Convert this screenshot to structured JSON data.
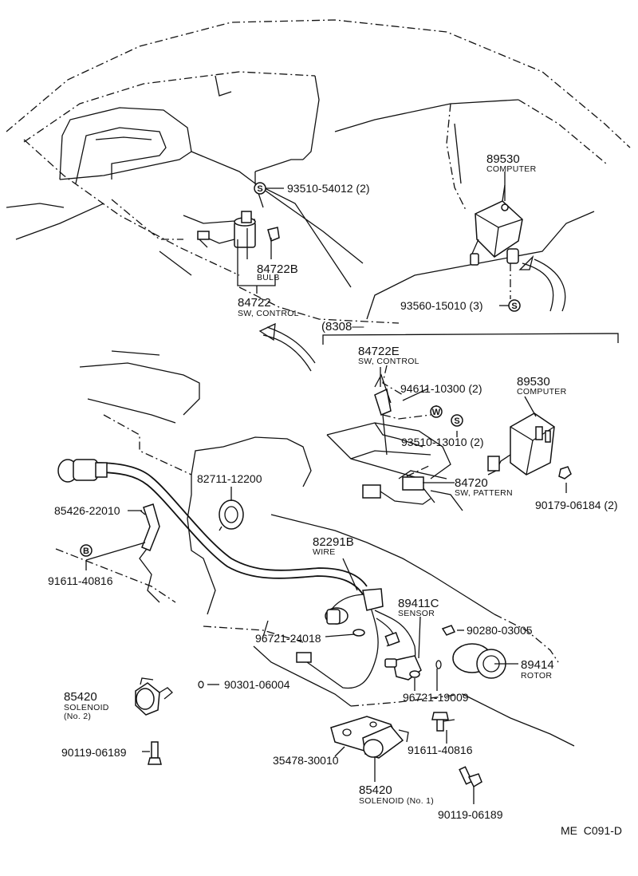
{
  "ref_code": "ME  C091-D",
  "section_ref": "(8308—",
  "symbols": {
    "s": "S",
    "w": "W",
    "b": "B"
  },
  "parts": {
    "p89530_top": {
      "number": "89530",
      "desc": "COMPUTER"
    },
    "p93510_54012": {
      "number": "93510-54012 (2)"
    },
    "p84722b": {
      "number": "84722B",
      "desc": "BULB"
    },
    "p84722": {
      "number": "84722",
      "desc": "SW, CONTROL"
    },
    "p93560": {
      "number": "93560-15010 (3)"
    },
    "p84722e": {
      "number": "84722E",
      "desc": "SW, CONTROL"
    },
    "p94611": {
      "number": "94611-10300 (2)"
    },
    "p89530_mid": {
      "number": "89530",
      "desc": "COMPUTER"
    },
    "p93510_13010": {
      "number": "93510-13010 (2)"
    },
    "p84720": {
      "number": "84720",
      "desc": "SW, PATTERN"
    },
    "p90179": {
      "number": "90179-06184 (2)"
    },
    "p82711": {
      "number": "82711-12200"
    },
    "p85426": {
      "number": "85426-22010"
    },
    "p91611_a": {
      "number": "91611-40816"
    },
    "p82291b": {
      "number": "82291B",
      "desc": "WIRE"
    },
    "p89411c": {
      "number": "89411C",
      "desc": "SENSOR"
    },
    "p90280": {
      "number": "90280-03005"
    },
    "p96721_24018": {
      "number": "96721-24018"
    },
    "p89414": {
      "number": "89414",
      "desc": "ROTOR"
    },
    "p85420_no2": {
      "number": "85420",
      "desc": "SOLENOID",
      "desc2": "(No. 2)"
    },
    "p90301": {
      "number": "90301-06004"
    },
    "p96721_19009": {
      "number": "96721-19009"
    },
    "p90119_a": {
      "number": "90119-06189"
    },
    "p91611_b": {
      "number": "91611-40816"
    },
    "p35478": {
      "number": "35478-30010"
    },
    "p85420_no1": {
      "number": "85420",
      "desc": "SOLENOID (No. 1)"
    },
    "p90119_b": {
      "number": "90119-06189"
    }
  }
}
